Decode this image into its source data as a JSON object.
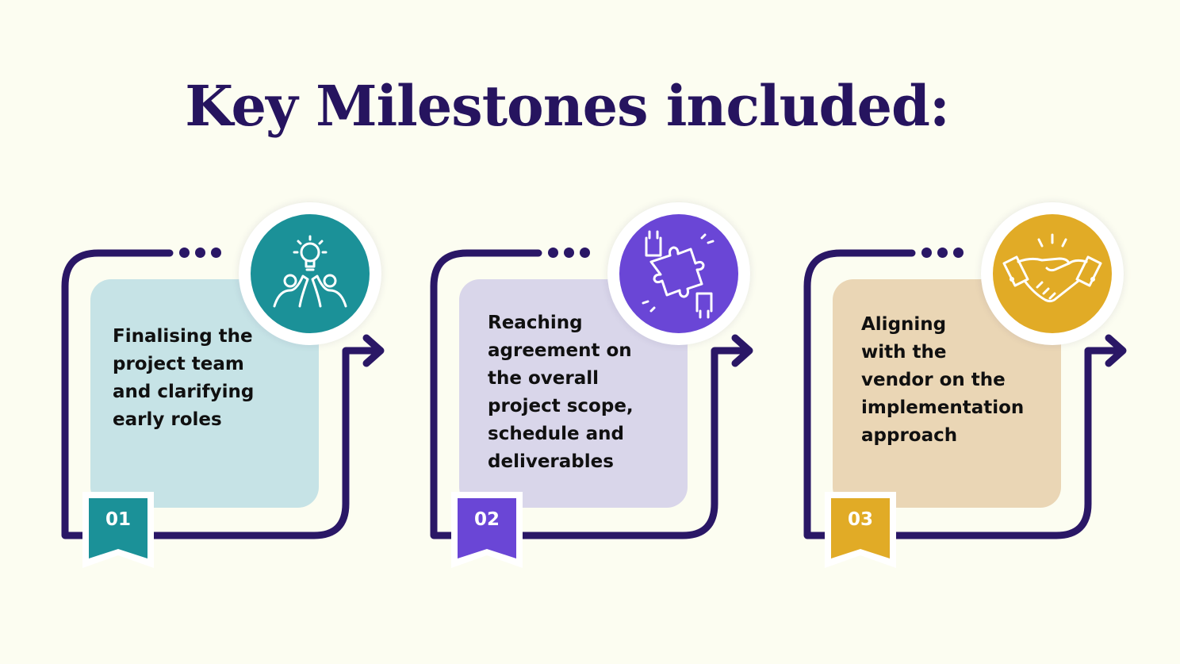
{
  "title": "Key Milestones included:",
  "colors": {
    "background": "#fcfdf1",
    "title": "#26145f",
    "frame": "#2a1766"
  },
  "steps": [
    {
      "number": "01",
      "text": "Finalising the\nproject team\nand clarifying\nearly roles",
      "icon": "team-idea-icon",
      "accent": "#1b9198",
      "card_color": "#c6e3e6"
    },
    {
      "number": "02",
      "text": "Reaching\nagreement on\nthe overall\nproject scope,\nschedule and\ndeliverables",
      "icon": "puzzle-hands-icon",
      "accent": "#6a46d6",
      "card_color": "#d9d6ea"
    },
    {
      "number": "03",
      "text": "Aligning\nwith the\nvendor on the\nimplementation\napproach",
      "icon": "handshake-icon",
      "accent": "#e1ab26",
      "card_color": "#ead6b5"
    }
  ]
}
